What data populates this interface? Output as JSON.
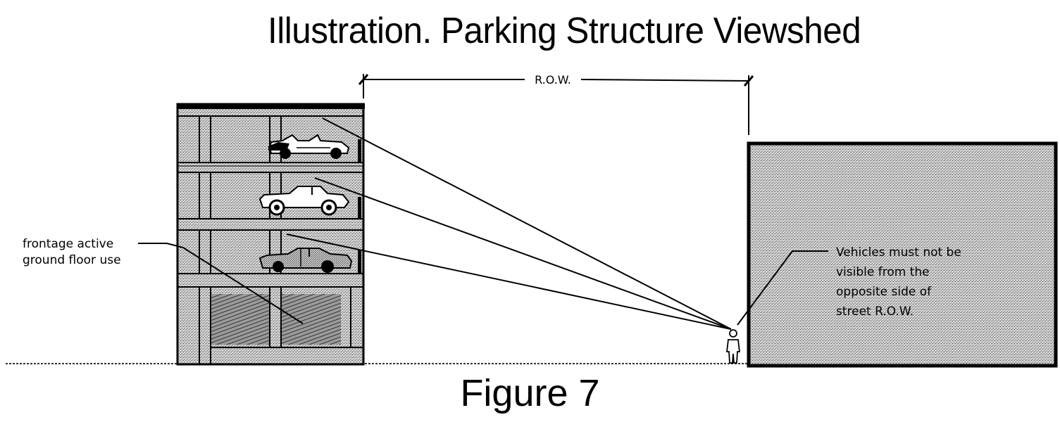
{
  "title": "Illustration.  Parking Structure Viewshed",
  "caption": "Figure 7",
  "dimension": {
    "label": "R.O.W."
  },
  "callouts": {
    "frontage": {
      "lines": [
        "frontage active",
        "ground floor use"
      ]
    },
    "vehicles_note": {
      "lines": [
        "Vehicles must not be",
        "visible from the",
        "opposite side of",
        "street R.O.W."
      ]
    }
  },
  "elements": {
    "parking_structure": {
      "levels": 4,
      "parked_vehicles": [
        "convertible",
        "sedan",
        "sedan"
      ],
      "ground_floor": "storefront windows"
    },
    "observer": "pedestrian figure",
    "opposite_building": "building across street",
    "sight_lines": 3
  },
  "colors": {
    "ink": "#000000",
    "stipple": "#bdbdbd",
    "background": "#ffffff"
  }
}
